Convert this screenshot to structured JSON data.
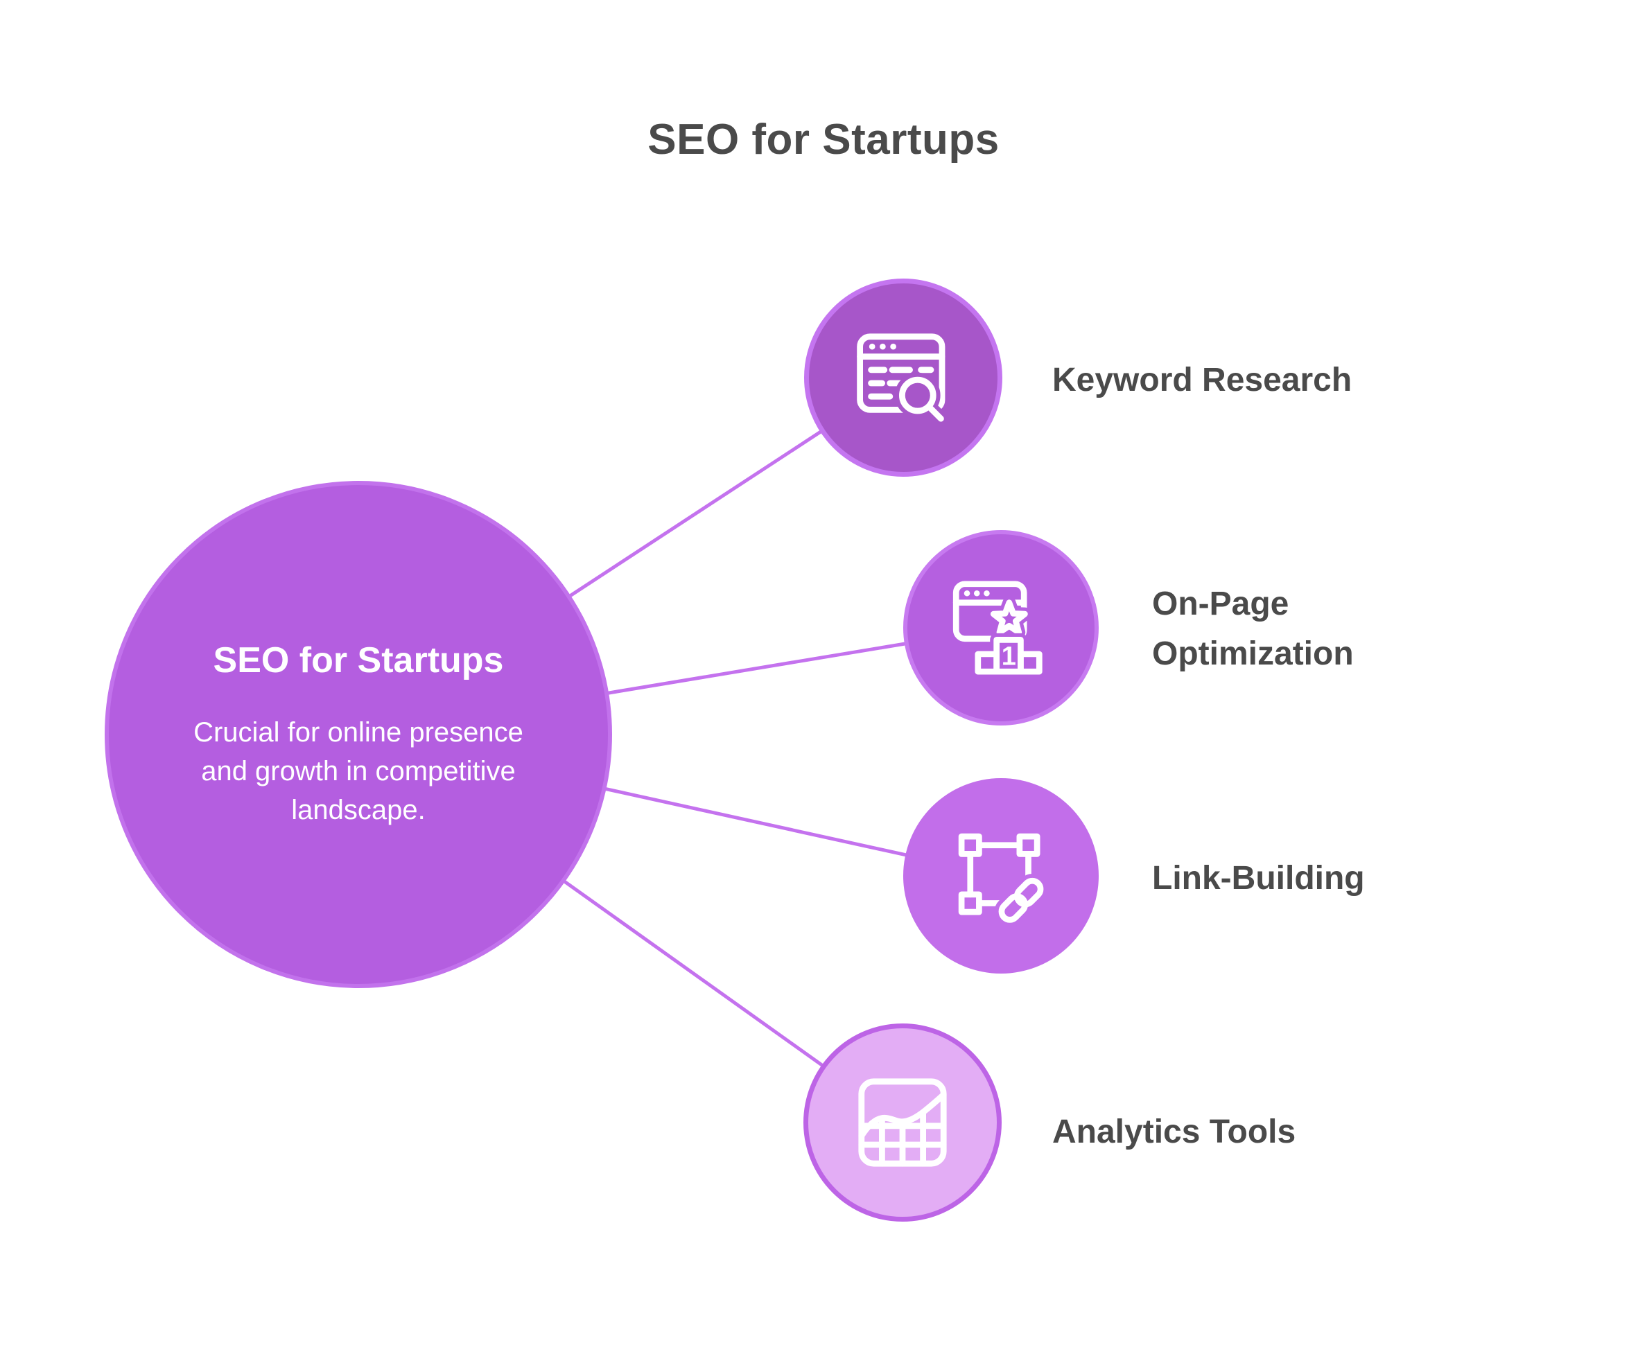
{
  "page": {
    "title": "SEO for Startups",
    "background": "#ffffff",
    "text_color": "#4a4a4a",
    "connector_color": "#c472ee"
  },
  "center_node": {
    "heading": "SEO for Startups",
    "description": "Crucial for online presence and growth in competitive landscape.",
    "fill": "#b45ee0",
    "border": "#c272ec",
    "text_color": "#ffffff"
  },
  "branches": [
    {
      "label": "Keyword Research",
      "icon": "browser-search-icon",
      "fill": "#a756c9",
      "border": "#c475f0"
    },
    {
      "label": "On-Page Optimization",
      "icon": "page-ranking-icon",
      "icon_badge": "1",
      "fill": "#b560e0",
      "border": "#c77af0"
    },
    {
      "label": "Link-Building",
      "icon": "link-frame-icon",
      "fill": "#c26eea",
      "border": "#c26eea"
    },
    {
      "label": "Analytics Tools",
      "icon": "analytics-chart-icon",
      "fill": "#e3adf5",
      "border": "#bd64e6"
    }
  ]
}
